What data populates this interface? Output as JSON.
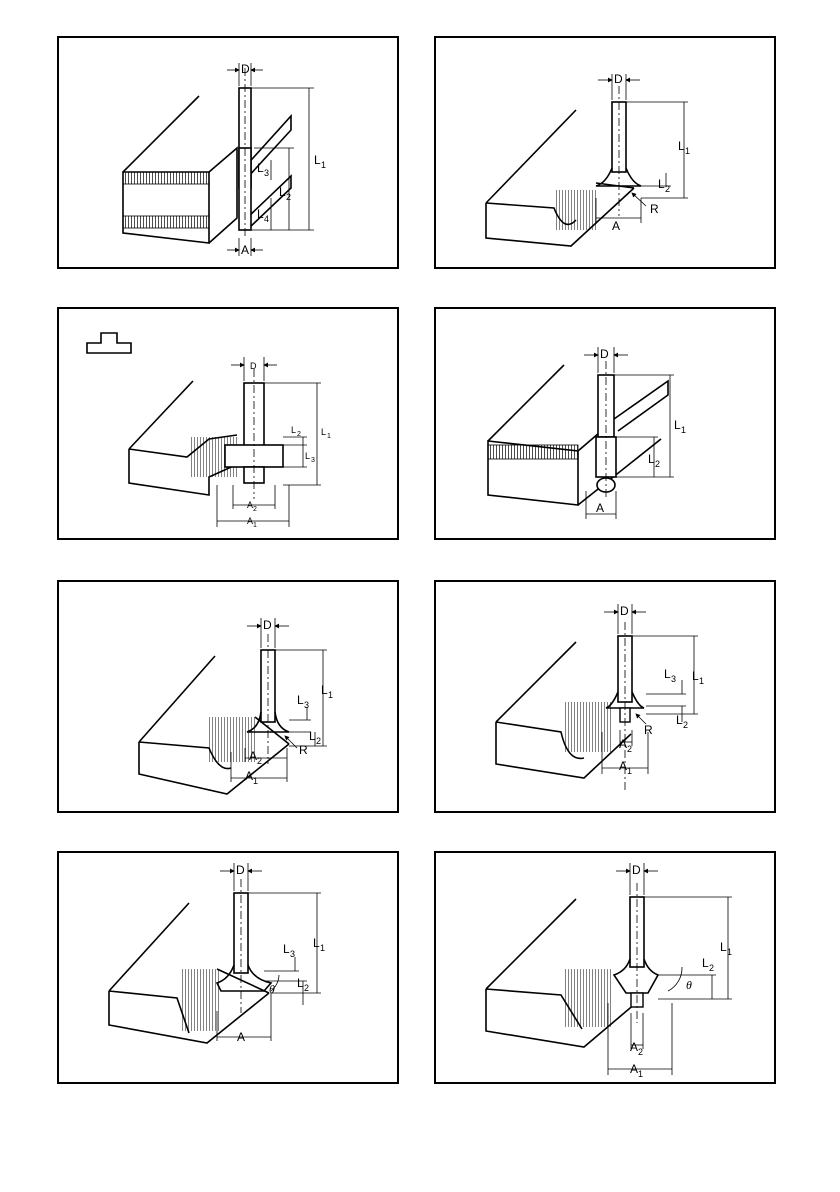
{
  "panels": [
    {
      "id": "p1",
      "labels": {
        "D": "D",
        "A": "A",
        "L1": "L",
        "L1s": "1",
        "L2": "L",
        "L2s": "2",
        "L3": "L",
        "L3s": "3",
        "L4": "L",
        "L4s": "4"
      }
    },
    {
      "id": "p2",
      "labels": {
        "D": "D",
        "A": "A",
        "R": "R",
        "L1": "L",
        "L1s": "1",
        "L2": "L",
        "L2s": "2"
      }
    },
    {
      "id": "p3",
      "labels": {
        "D": "D",
        "A1": "A",
        "A1s": "1",
        "A2": "A",
        "A2s": "2",
        "L1": "L",
        "L1s": "1",
        "L2": "L",
        "L2s": "2",
        "L3": "L",
        "L3s": "3"
      }
    },
    {
      "id": "p4",
      "labels": {
        "D": "D",
        "A": "A",
        "L1": "L",
        "L1s": "1",
        "L2": "L",
        "L2s": "2"
      }
    },
    {
      "id": "p5",
      "labels": {
        "D": "D",
        "A1": "A",
        "A1s": "1",
        "A2": "A",
        "A2s": "2",
        "R": "R",
        "L1": "L",
        "L1s": "1",
        "L2": "L",
        "L2s": "2",
        "L3": "L",
        "L3s": "3"
      }
    },
    {
      "id": "p6",
      "labels": {
        "D": "D",
        "A1": "A",
        "A1s": "1",
        "A2": "A",
        "A2s": "2",
        "R": "R",
        "L1": "L",
        "L1s": "1",
        "L2": "L",
        "L2s": "2",
        "L3": "L",
        "L3s": "3"
      }
    },
    {
      "id": "p7",
      "labels": {
        "D": "D",
        "A": "A",
        "theta": "θ",
        "L1": "L",
        "L1s": "1",
        "L2": "L",
        "L2s": "2",
        "L3": "L",
        "L3s": "3"
      }
    },
    {
      "id": "p8",
      "labels": {
        "D": "D",
        "A1": "A",
        "A1s": "1",
        "A2": "A",
        "A2s": "2",
        "theta": "θ",
        "L1": "L",
        "L1s": "1",
        "L2": "L",
        "L2s": "2"
      }
    }
  ]
}
